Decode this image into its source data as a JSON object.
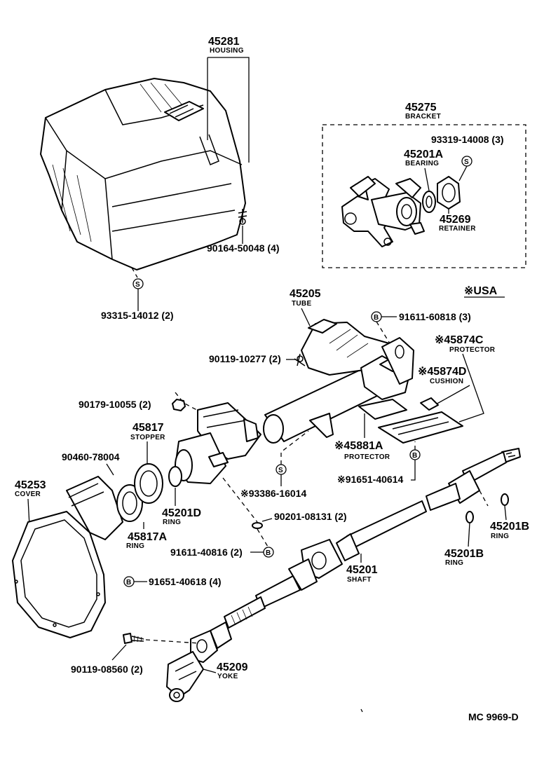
{
  "labels": {
    "housing_num": "45281",
    "housing_name": "HOUSING",
    "bracket_num": "45275",
    "bracket_name": "BRACKET",
    "screw_93319": "93319-14008 (3)",
    "bearing_num": "45201A",
    "bearing_name": "BEARING",
    "retainer_num": "45269",
    "retainer_name": "RETAINER",
    "screw_90164": "90164-50048 (4)",
    "screw_93315": "93315-14012 (2)",
    "usa_note": "※USA",
    "tube_num": "45205",
    "tube_name": "TUBE",
    "bolt_91611_60818": "91611-60818 (3)",
    "protector_c_num": "※45874C",
    "protector_c_name": "PROTECTOR",
    "bolt_90119_10277": "90119-10277 (2)",
    "cushion_num": "※45874D",
    "cushion_name": "CUSHION",
    "nut_90179": "90179-10055 (2)",
    "stopper_num": "45817",
    "stopper_name": "STOPPER",
    "protector_a_num": "※45881A",
    "protector_a_name": "PROTECTOR",
    "clamp_90460": "90460-78004",
    "bolt_91651_40614": "※91651-40614",
    "cover_num": "45253",
    "cover_name": "COVER",
    "ring_d_num": "45201D",
    "ring_d_name": "RING",
    "screw_93386": "※93386-16014",
    "washer_90201": "90201-08131 (2)",
    "ring_a_num": "45817A",
    "ring_a_name": "RING",
    "bolt_91611_40816": "91611-40816 (2)",
    "ring_b_right_num": "45201B",
    "ring_b_right_name": "RING",
    "ring_b_left_num": "45201B",
    "ring_b_left_name": "RING",
    "bolt_91651_40618": "91651-40618 (4)",
    "shaft_num": "45201",
    "shaft_name": "SHAFT",
    "bolt_90119_08560": "90119-08560 (2)",
    "yoke_num": "45209",
    "yoke_name": "YOKE",
    "drawing_code": "MC  9969-D"
  },
  "markers": {
    "s": "S",
    "b": "B"
  }
}
